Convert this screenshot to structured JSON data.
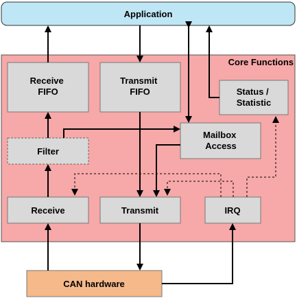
{
  "application": {
    "label": "Application"
  },
  "core": {
    "label": "Core Functions"
  },
  "receive_fifo": {
    "line1": "Receive",
    "line2": "FIFO"
  },
  "transmit_fifo": {
    "line1": "Transmit",
    "line2": "FIFO"
  },
  "status": {
    "line1": "Status /",
    "line2": "Statistic"
  },
  "mailbox": {
    "line1": "Mailbox",
    "line2": "Access"
  },
  "filter": {
    "label": "Filter"
  },
  "receive": {
    "label": "Receive"
  },
  "transmit": {
    "label": "Transmit"
  },
  "irq": {
    "label": "IRQ"
  },
  "can_hw": {
    "label": "CAN hardware"
  },
  "colors": {
    "application_fill": "#bfe6f5",
    "core_fill": "#f7a8a8",
    "box_fill": "#d9d9d9",
    "can_fill": "#f5b98a",
    "line": "#000000"
  }
}
